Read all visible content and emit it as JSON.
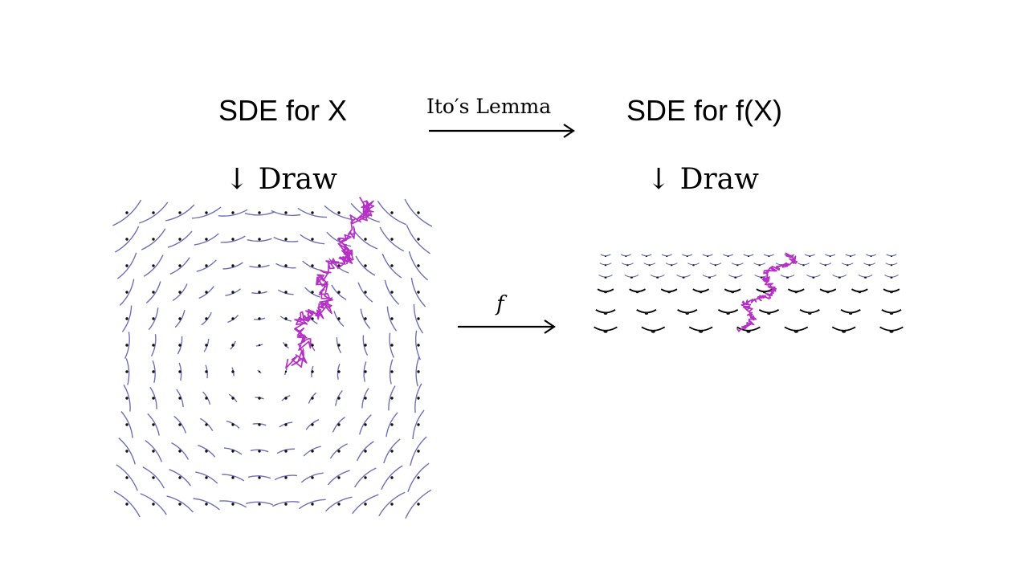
{
  "diagram": {
    "left_title": "SDE for X",
    "right_title": "SDE for f(X)",
    "top_arrow_label": "Ito′s Lemma",
    "left_draw_label": "↓ Draw",
    "right_draw_label": "↓ Draw",
    "middle_arrow_label": "f"
  },
  "colors": {
    "ink": "#000000",
    "ellipse_stroke": "#6f6fb6",
    "path": "#b530c4",
    "point": "#111111"
  }
}
